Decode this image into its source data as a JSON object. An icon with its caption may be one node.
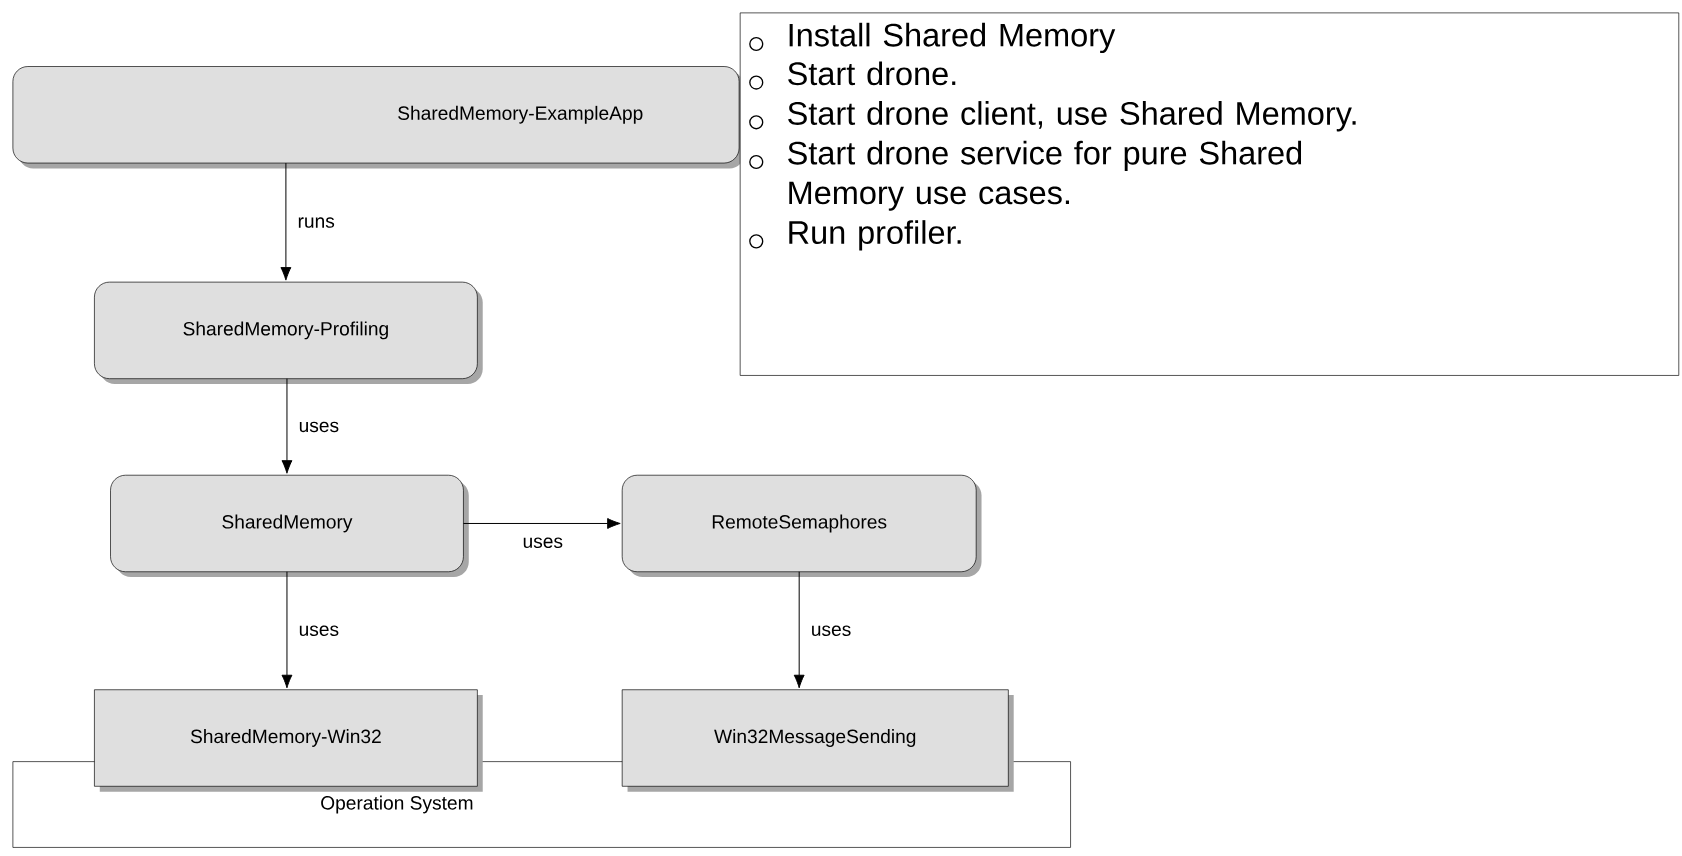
{
  "diagram": {
    "nodes": [
      {
        "text": [
          "SharedMemory-ExampleApp"
        ]
      },
      {
        "text": [
          "SharedMemory-Profiling"
        ]
      },
      {
        "text": [
          "SharedMemory"
        ]
      },
      {
        "text": [
          "RemoteSemaphores"
        ]
      },
      {
        "text": [
          "SharedMemory-Win32"
        ]
      },
      {
        "text": [
          "Win32MessageSending"
        ]
      },
      {
        "text": [
          "Operation System"
        ]
      },
      {
        "text": [
          "Install Shared Memory",
          "Start drone.",
          "Start drone client, use Shared Memory.",
          "Start drone service for pure Shared Memory use cases.",
          "Run profiler."
        ]
      }
    ],
    "edges": [
      {
        "from": 0,
        "to": 1,
        "arrow": "to",
        "label": "runs"
      },
      {
        "from": 1,
        "to": 2,
        "arrow": "to",
        "label": "uses"
      },
      {
        "from": 2,
        "to": 3,
        "arrow": "to",
        "label": "uses"
      },
      {
        "from": 2,
        "to": 4,
        "arrow": "to",
        "label": "uses"
      },
      {
        "from": 3,
        "to": 5,
        "arrow": "to",
        "label": "uses"
      }
    ]
  }
}
